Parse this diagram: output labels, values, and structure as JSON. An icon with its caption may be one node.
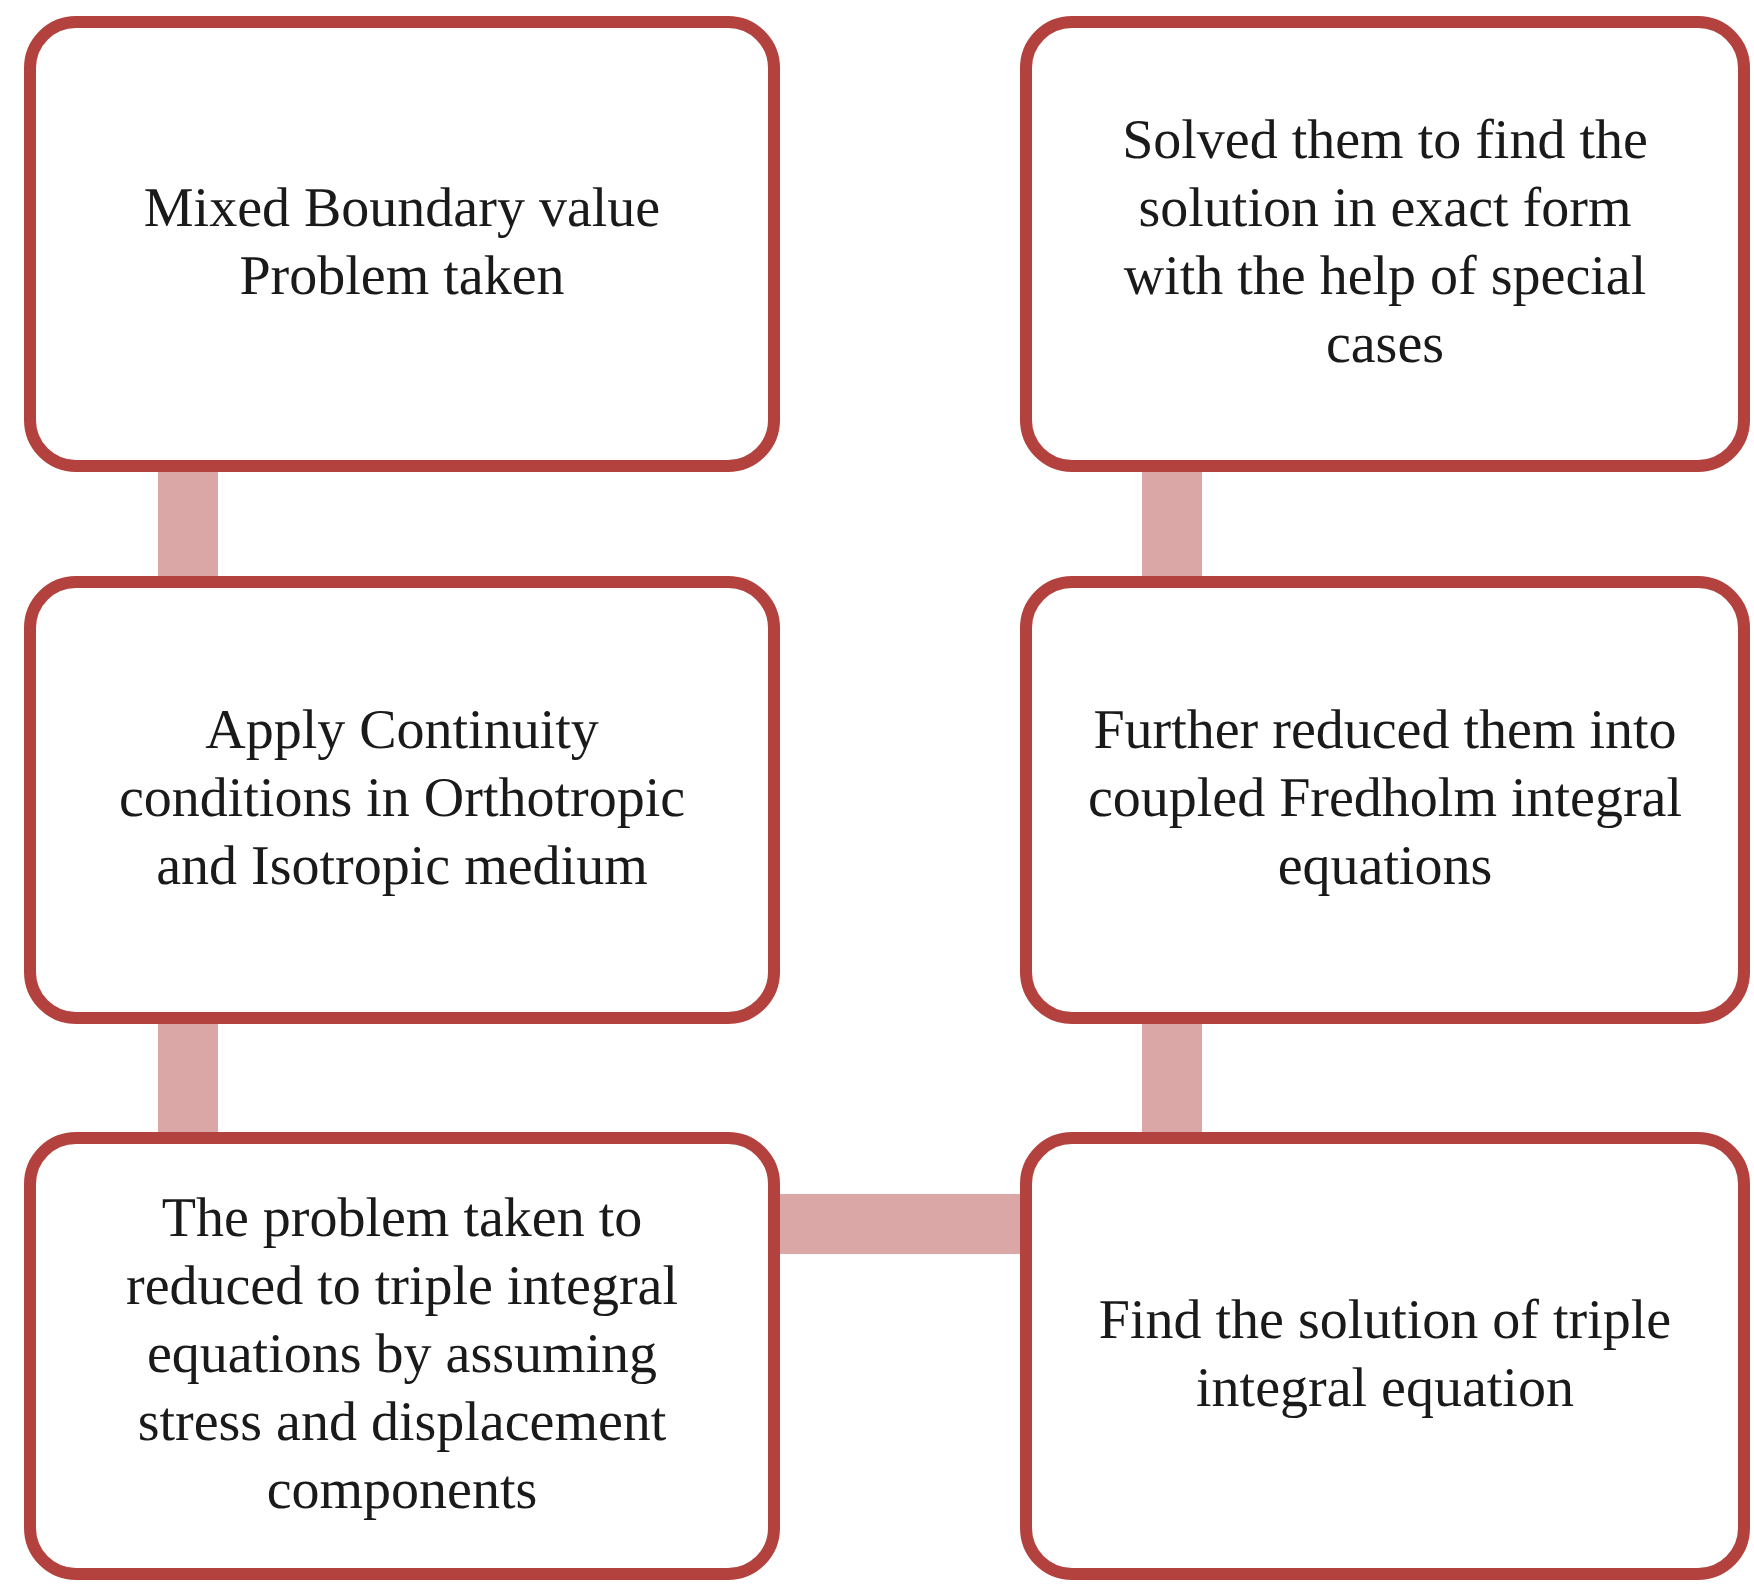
{
  "diagram": {
    "nodes": [
      {
        "text": [
          "Mixed Boundary value Problem taken"
        ]
      },
      {
        "text": [
          "Apply Continuity conditions in Orthotropic and Isotropic medium"
        ]
      },
      {
        "text": [
          "The problem taken to reduced to triple integral equations by assuming stress and displacement components"
        ]
      },
      {
        "text": [
          "Find the solution of triple integral equation"
        ]
      },
      {
        "text": [
          "Further reduced them into coupled Fredholm integral equations"
        ]
      },
      {
        "text": [
          "Solved them to find the solution in exact form with the help of special cases"
        ]
      }
    ],
    "edges": [
      {
        "from": 0,
        "to": 1,
        "arrow": "none"
      },
      {
        "from": 1,
        "to": 2,
        "arrow": "none"
      },
      {
        "from": 2,
        "to": 3,
        "arrow": "none"
      },
      {
        "from": 3,
        "to": 4,
        "arrow": "none"
      },
      {
        "from": 4,
        "to": 5,
        "arrow": "none"
      }
    ]
  }
}
